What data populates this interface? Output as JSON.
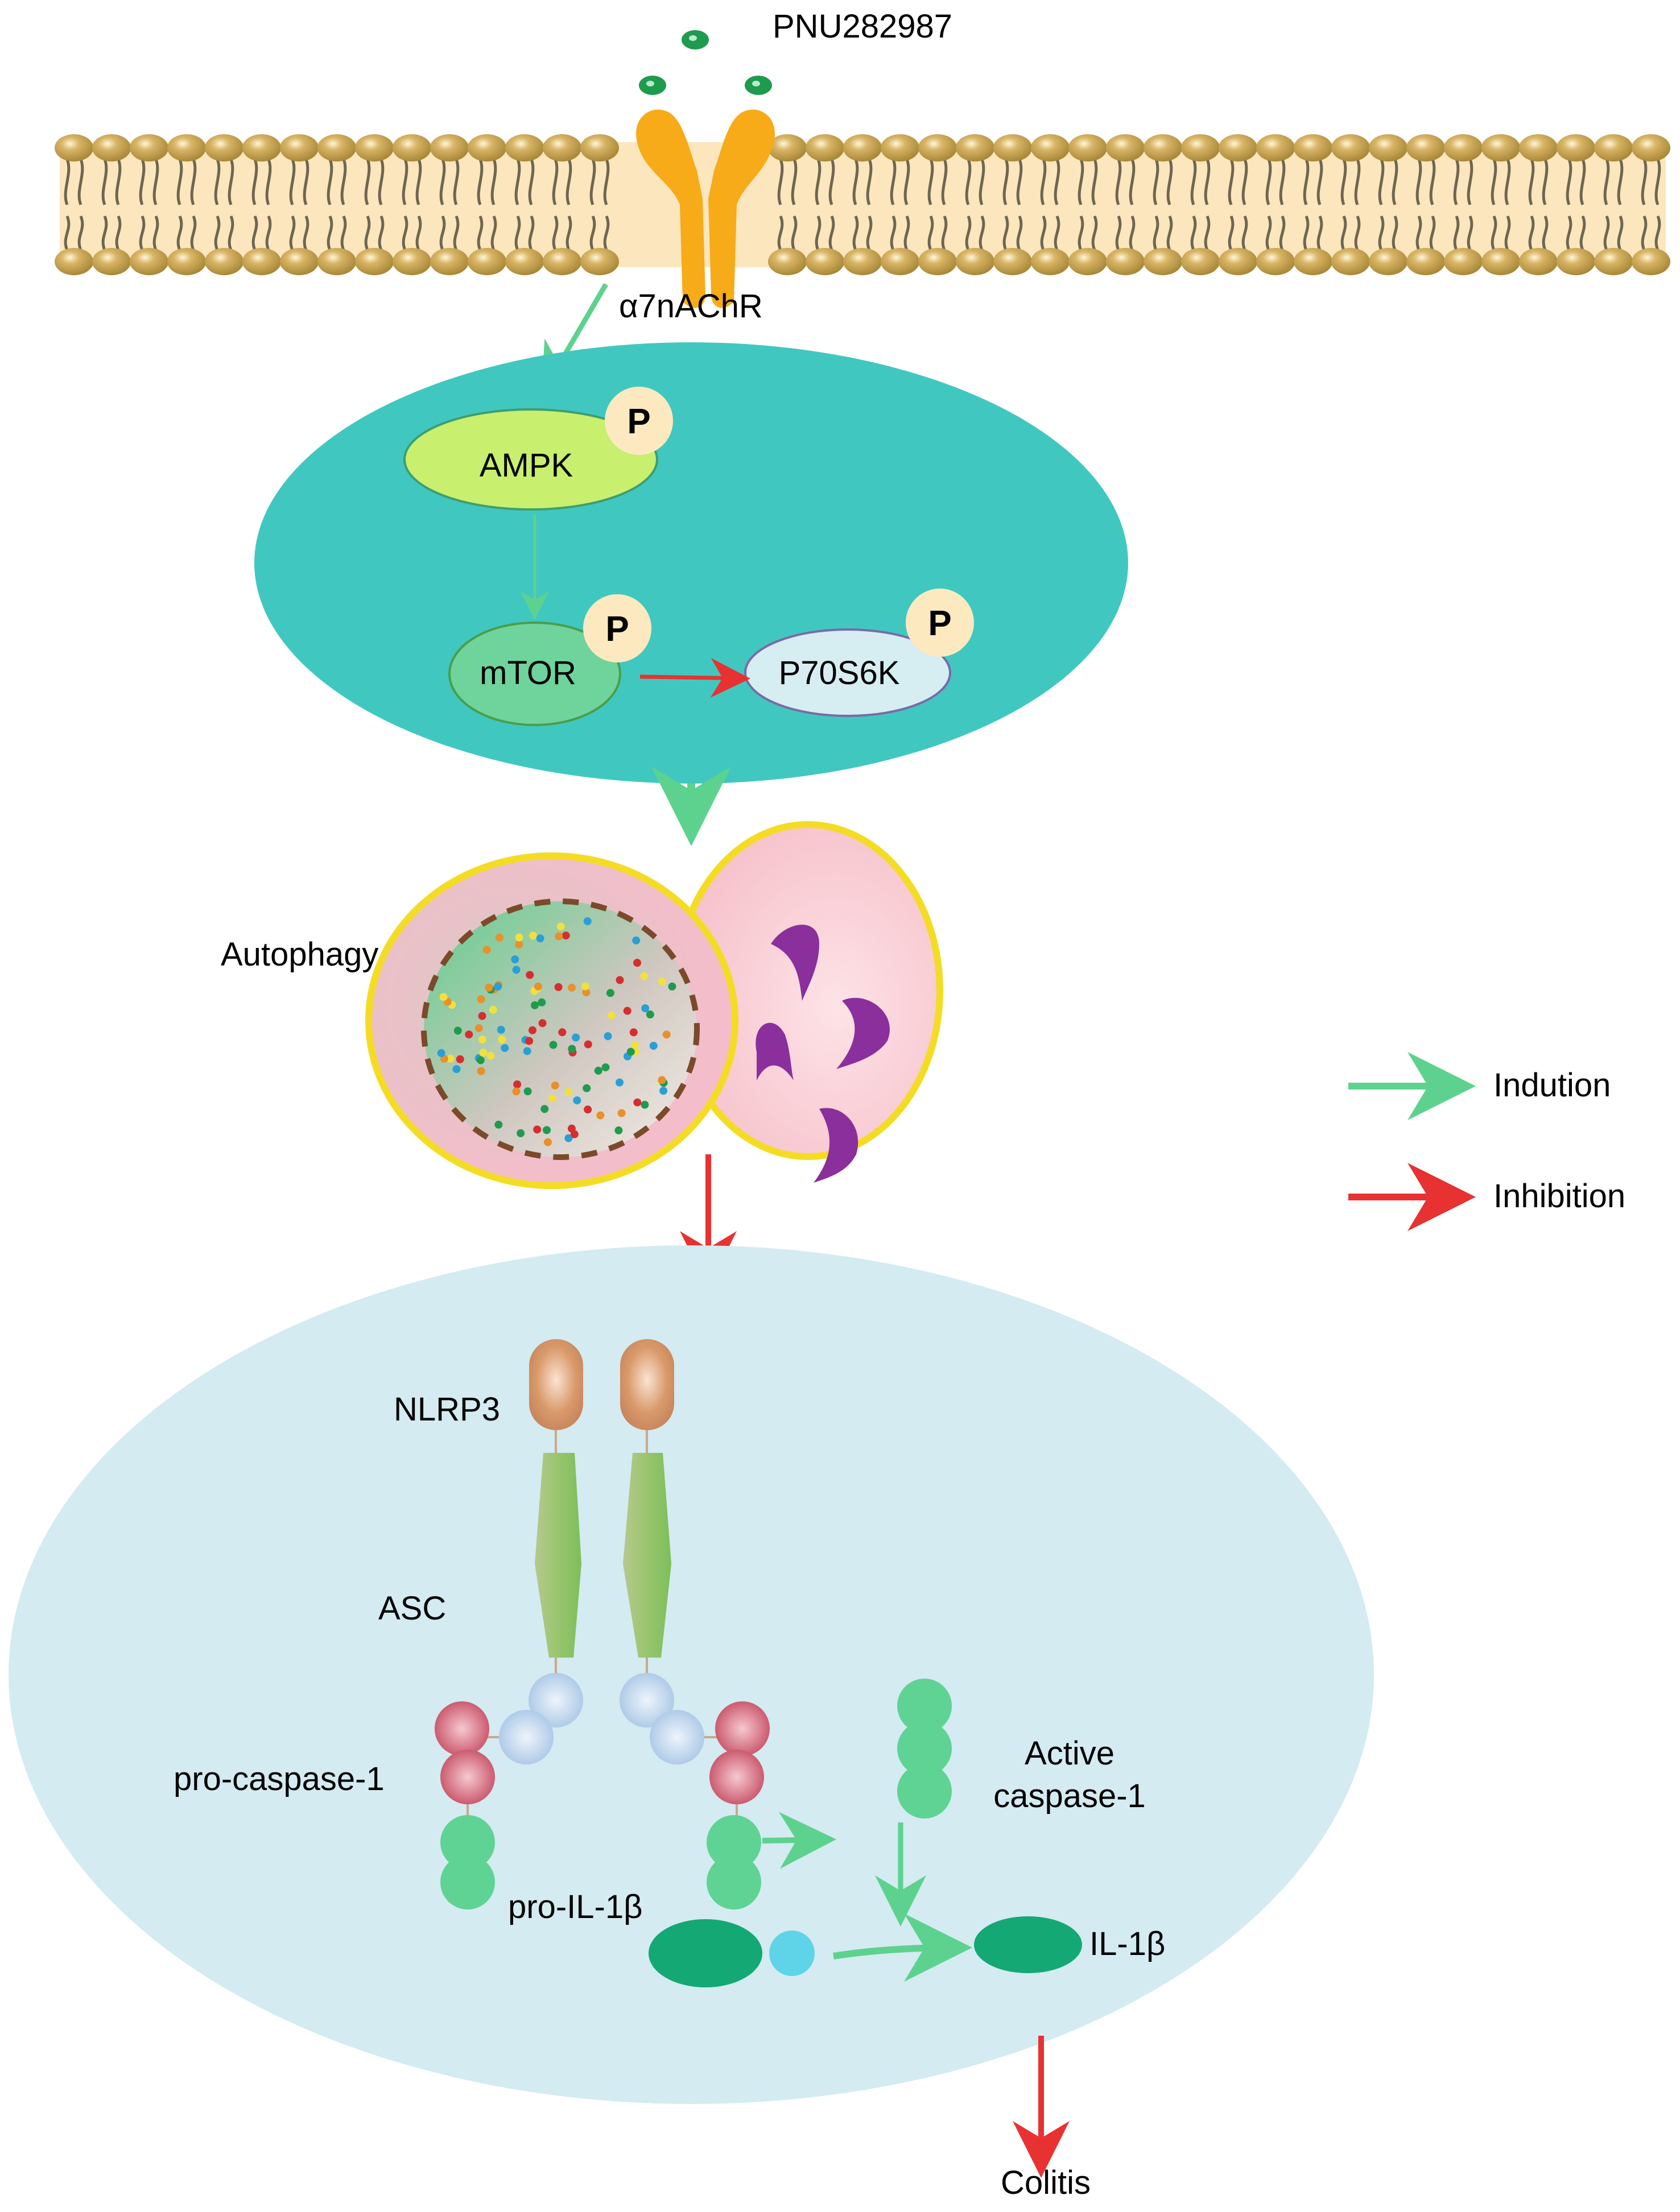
{
  "title": "PNU282987 / α7nAChR signaling pathway in colitis",
  "ligand": {
    "label": "PNU282987",
    "icon": "ligand-molecule-icon"
  },
  "receptor": {
    "label": "α7nAChR",
    "icon": "receptor-icon"
  },
  "membrane": {
    "name": "cell-membrane"
  },
  "signaling": {
    "nodes": [
      {
        "id": "ampk",
        "label": "AMPK",
        "phospho_label": "P",
        "color": "#c8ef6e"
      },
      {
        "id": "mtor",
        "label": "mTOR",
        "phospho_label": "P",
        "color": "#6fd39c"
      },
      {
        "id": "p70s6k",
        "label": "P70S6K",
        "phospho_label": "P",
        "color": "#d6eef2"
      }
    ],
    "container_color": "#40c8c0"
  },
  "autophagy": {
    "label": "Autophagy"
  },
  "inflammasome": {
    "container_color": "#d3ebf1",
    "labels": {
      "nlrp3": "NLRP3",
      "asc": "ASC",
      "pro_caspase": "pro-caspase-1",
      "active_caspase_line1": "Active",
      "active_caspase_line2": "caspase-1",
      "pro_il1b": "pro-IL-1β",
      "il1b": "IL-1β"
    }
  },
  "outcome": {
    "label": "Colitis"
  },
  "legend": {
    "items": [
      {
        "label": "Indution",
        "color": "#5dd28f",
        "type": "induction-arrow"
      },
      {
        "label": "Inhibition",
        "color": "#e83232",
        "type": "inhibition-arrow"
      }
    ]
  },
  "colors": {
    "induction": "#5dd28f",
    "inhibition": "#e83232",
    "receptor": "#f7ab18",
    "ligand": "#1f9b4e",
    "phospho": "#fde9c0"
  }
}
